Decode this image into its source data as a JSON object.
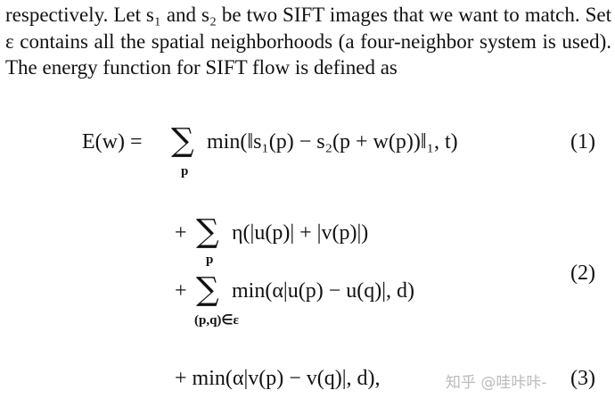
{
  "paragraph": "respectively. Let s₁ and s₂ be two SIFT images that we want to match. Set ε contains all the spatial neighborhoods (a four-neighbor system is used). The energy function for SIFT flow is defined as",
  "equations": {
    "eq1_lhs": "E(w) =",
    "eq1_body": "min(‖s₁(p) − s₂(p + w(p))‖₁, t)",
    "eq1_sub": "p",
    "eq1_num": "(1)",
    "eq2a_plus": "+",
    "eq2a_body": "η(|u(p)| + |v(p)|)",
    "eq2a_sub": "p",
    "eq2b_plus": "+",
    "eq2b_body": "min(α|u(p) − u(q)|, d)",
    "eq2b_sub": "(p,q)∈ε",
    "eq2_num": "(2)",
    "eq3_body": "+ min(α|v(p) − v(q)|, d),",
    "eq3_num": "(3)",
    "sum_symbol": "∑"
  },
  "watermark": "知乎 @哇咔咔-"
}
